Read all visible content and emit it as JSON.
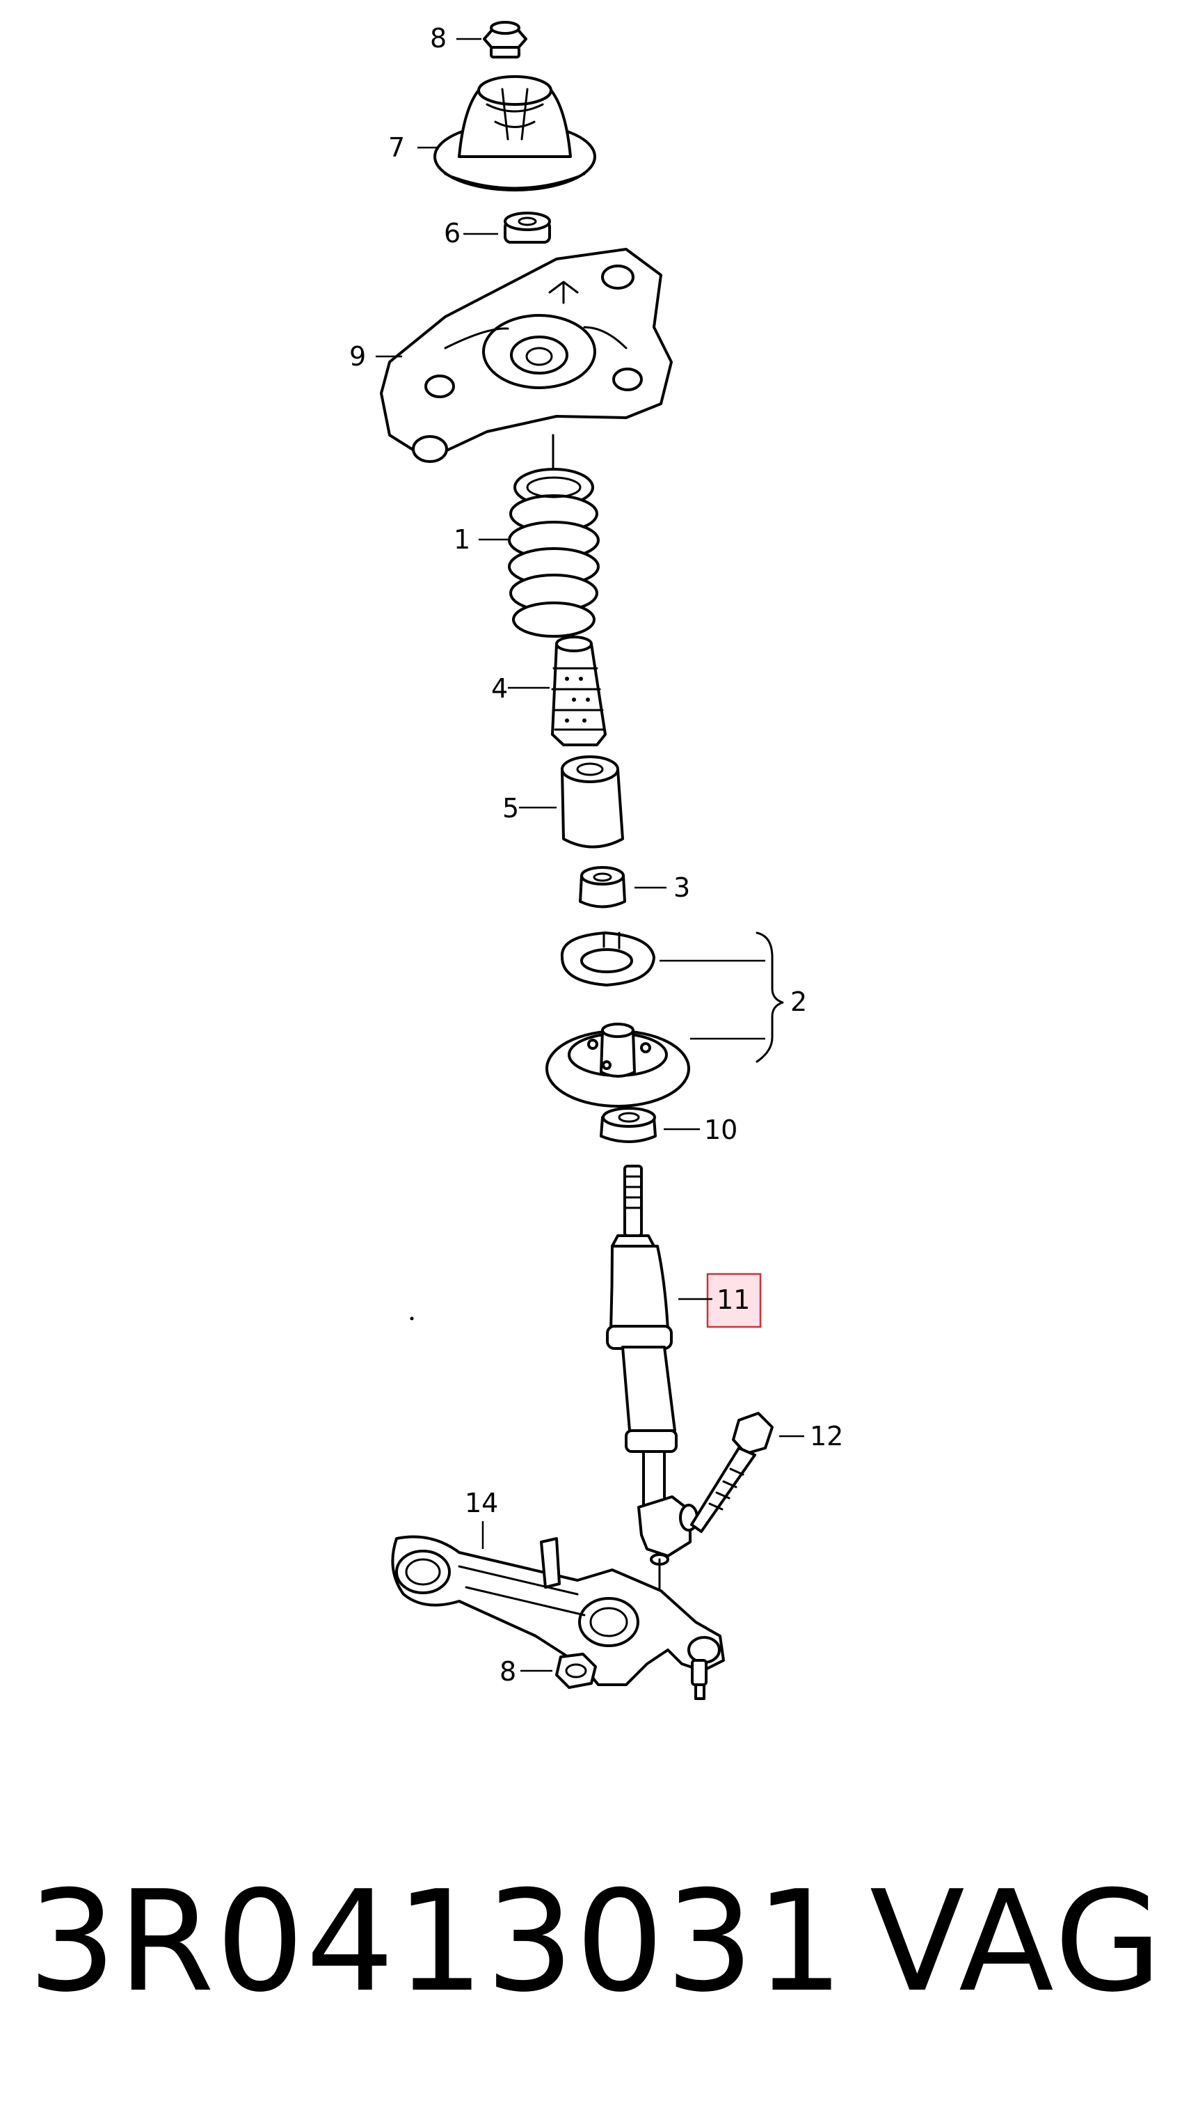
{
  "callouts": {
    "c8_top": "8",
    "c7": "7",
    "c6": "6",
    "c9": "9",
    "c1": "1",
    "c4": "4",
    "c5": "5",
    "c3": "3",
    "c2": "2",
    "c10": "10",
    "c11": "11",
    "c12": "12",
    "c14": "14",
    "c8_bottom": "8"
  },
  "highlight_color": "#d0303a",
  "footer": {
    "part_number": "3R0413031",
    "manufacturer": "VAG"
  }
}
